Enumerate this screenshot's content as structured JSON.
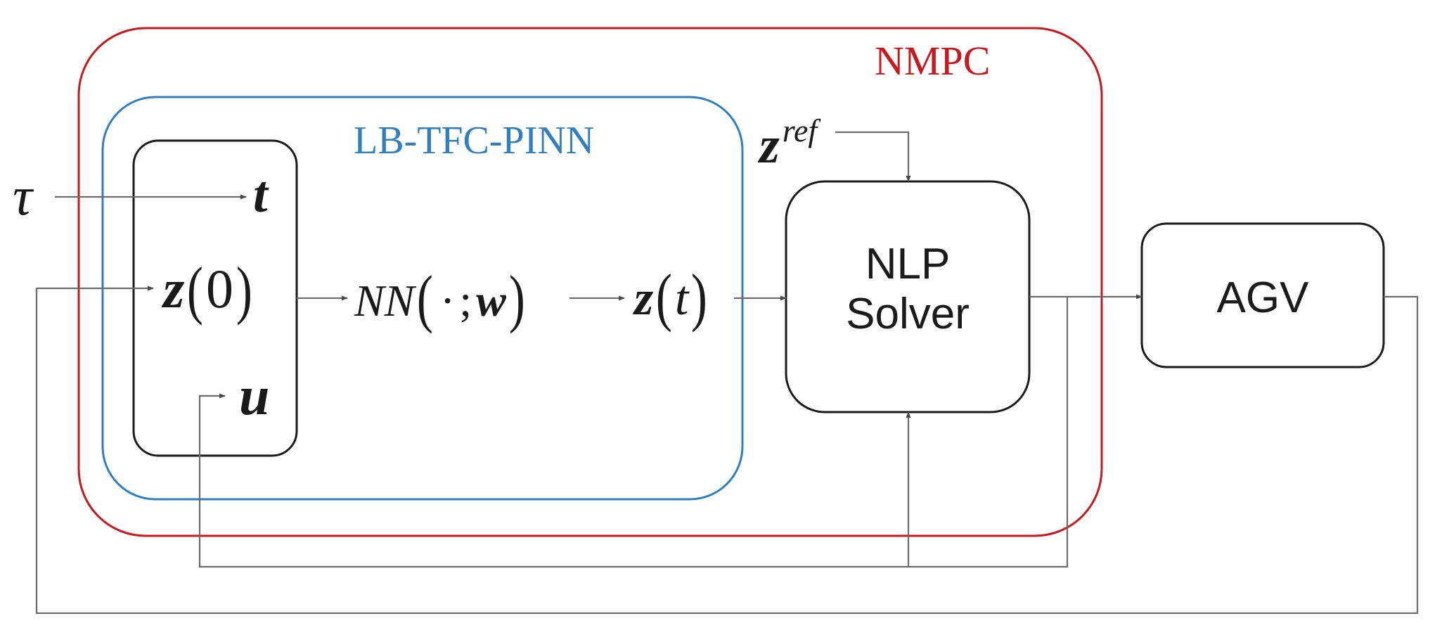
{
  "diagram": {
    "nmpc_label": "NMPC",
    "pinn_label": "LB-TFC-PINN",
    "input_tau": "τ",
    "input_t": "t",
    "input_z0": {
      "symbol": "z",
      "paren_open": "(",
      "arg": "0",
      "paren_close": ")"
    },
    "input_u": "u",
    "nn": {
      "name": "NN",
      "paren_open": "(",
      "dot": "·",
      "sep": ";",
      "weight": "w",
      "paren_close": ")"
    },
    "output_zt": {
      "symbol": "z",
      "paren_open": "(",
      "arg": "t",
      "paren_close": ")"
    },
    "zref": {
      "symbol": "z",
      "superscript": "ref"
    },
    "nlp_solver": {
      "line1": "NLP",
      "line2": "Solver"
    },
    "agv": "AGV",
    "colors": {
      "nmpc": "#c8191e",
      "pinn": "#2f7fc1",
      "wire": "#6b6b6b",
      "block": "#1a1a1a"
    }
  }
}
